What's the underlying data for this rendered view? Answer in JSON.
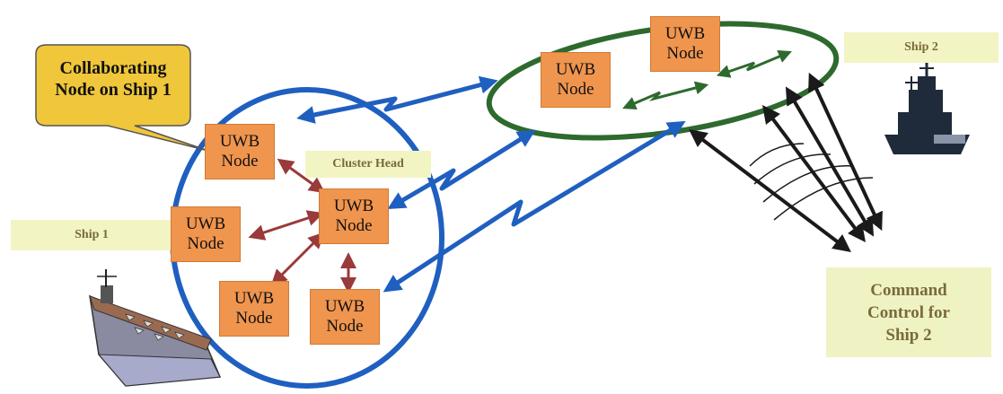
{
  "nodes": [
    {
      "id": "n1",
      "label": "UWB\nNode"
    },
    {
      "id": "n2",
      "label": "UWB\nNode"
    },
    {
      "id": "n3",
      "label": "UWB\nNode"
    },
    {
      "id": "n4",
      "label": "UWB\nNode"
    },
    {
      "id": "n5",
      "label": "UWB\nNode"
    },
    {
      "id": "n6",
      "label": "UWB\nNode"
    },
    {
      "id": "n7",
      "label": "UWB\nNode"
    }
  ],
  "labels": {
    "cluster_head": "Cluster Head",
    "ship1": "Ship 1",
    "ship2": "Ship 2",
    "callout": "Collaborating\nNode on Ship 1",
    "command": "Command\nControl for\nShip 2"
  },
  "colors": {
    "node_fill": "#f0954e",
    "blue_link": "#1f5fc0",
    "green_cluster": "#2e6a2e",
    "red_link": "#9a3a3a",
    "callout_fill": "#f0c63a",
    "label_fill": "#f2f4c4"
  },
  "icons": [
    "aircraft-carrier-icon",
    "warship-icon"
  ]
}
